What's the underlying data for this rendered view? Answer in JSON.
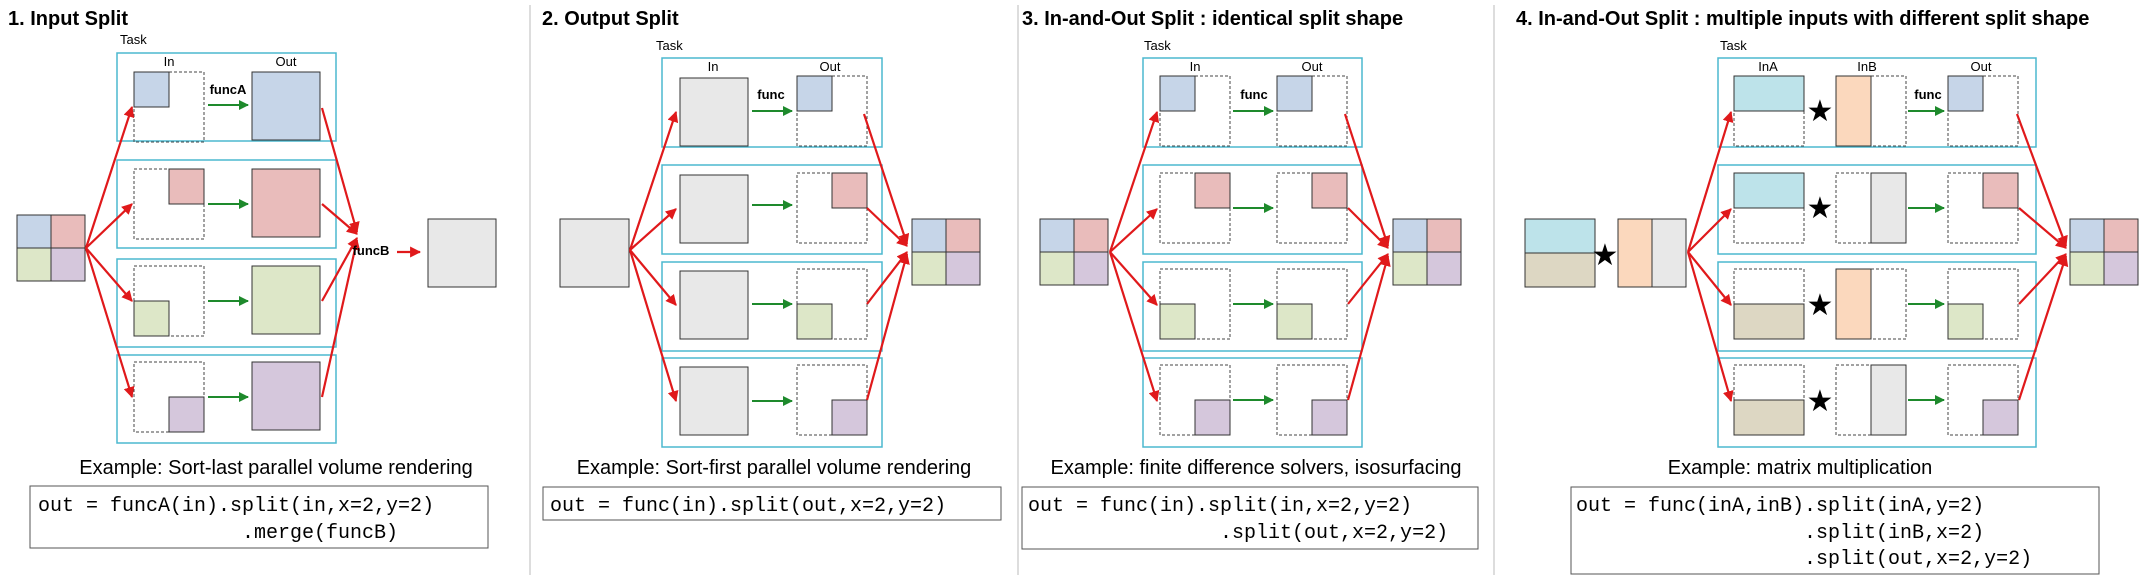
{
  "colors": {
    "blue": "#c6d5e8",
    "red": "#e9bcbb",
    "green": "#dde7c8",
    "purple": "#d5c7dc",
    "gray": "#e8e8e8",
    "cyan": "#bde3ea",
    "peach": "#fbd8bd",
    "tan": "#ddd7c3",
    "taskBorder": "#4bb8cf",
    "redArrow": "#e0191b",
    "greenArrow": "#1e8a2c",
    "divider": "#bbbbbb"
  },
  "panels": [
    {
      "title": "1. Input Split",
      "task_label": "Task",
      "in_label": "In",
      "out_label": "Out",
      "func_label": "funcA",
      "merge_label": "funcB",
      "caption": "Example: Sort-last parallel volume rendering",
      "code_lines": [
        "out = funcA(in).split(in,x=2,y=2)",
        "                 .merge(funcB)"
      ]
    },
    {
      "title": "2. Output Split",
      "task_label": "Task",
      "in_label": "In",
      "out_label": "Out",
      "func_label": "func",
      "caption": "Example: Sort-first parallel volume rendering",
      "code_lines": [
        "out = func(in).split(out,x=2,y=2)"
      ]
    },
    {
      "title": "3. In-and-Out Split : identical split shape",
      "task_label": "Task",
      "in_label": "In",
      "out_label": "Out",
      "func_label": "func",
      "caption": "Example: finite difference solvers, isosurfacing",
      "code_lines": [
        "out = func(in).split(in,x=2,y=2)",
        "                .split(out,x=2,y=2)"
      ]
    },
    {
      "title": "4. In-and-Out Split : multiple inputs with different split shape",
      "task_label": "Task",
      "ina_label": "InA",
      "inb_label": "InB",
      "out_label": "Out",
      "func_label": "func",
      "caption": "Example: matrix multiplication",
      "code_lines": [
        "out = func(inA,inB).split(inA,y=2)",
        "                   .split(inB,x=2)",
        "                   .split(out,x=2,y=2)"
      ]
    }
  ]
}
